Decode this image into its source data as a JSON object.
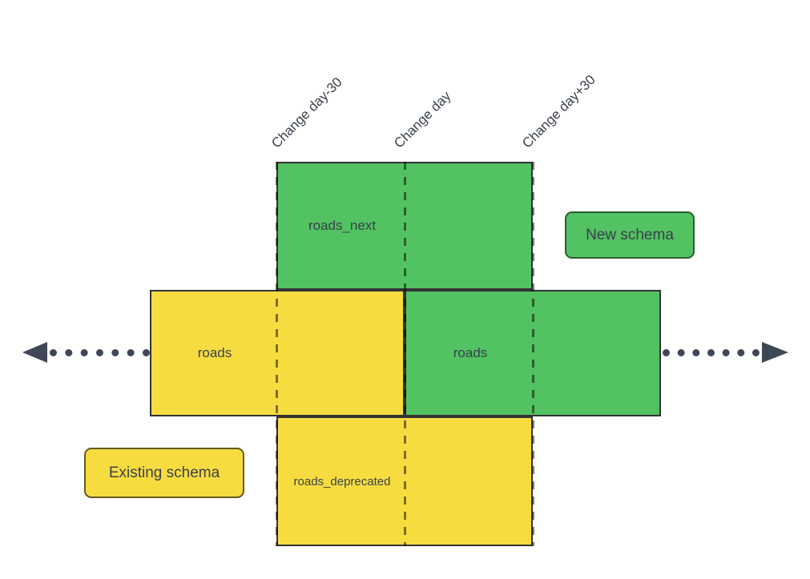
{
  "colors": {
    "green": "#52C262",
    "yellow": "#F7DC40",
    "box_border": "#333333",
    "dash": "rgba(0,0,0,0.5)",
    "text": "#3A414B",
    "arrow": "#3E4756",
    "green_legend_border": "#2A5E31",
    "yellow_legend_border": "#635A1F"
  },
  "timeline_labels": [
    {
      "text": "Change day-30"
    },
    {
      "text": "Change day"
    },
    {
      "text": "Change day+30"
    }
  ],
  "boxes": [
    {
      "id": "roads_next",
      "label": "roads_next",
      "color": "green"
    },
    {
      "id": "roads_existing",
      "label": "roads",
      "color": "yellow"
    },
    {
      "id": "roads_new",
      "label": "roads",
      "color": "green"
    },
    {
      "id": "roads_deprecated",
      "label": "roads_deprecated",
      "color": "yellow"
    }
  ],
  "legends": [
    {
      "label": "New schema",
      "color": "green"
    },
    {
      "label": "Existing schema",
      "color": "yellow"
    }
  ]
}
